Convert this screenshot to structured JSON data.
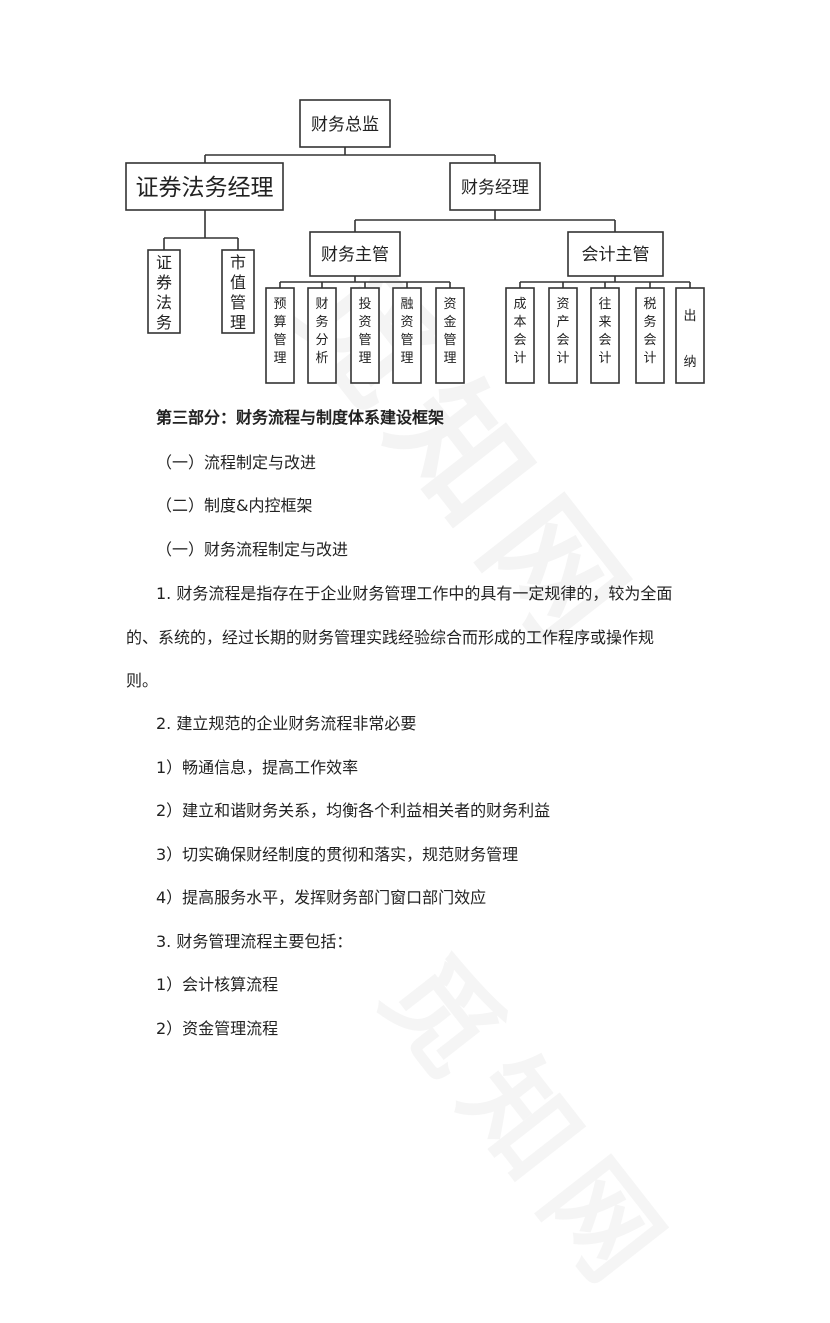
{
  "org_chart": {
    "cfo": "财务总监",
    "securities_manager": "证券法务经理",
    "finance_manager": "财务经理",
    "finance_supervisor": "财务主管",
    "accounting_supervisor": "会计主管",
    "securities_children": [
      "证券法务",
      "市值管理"
    ],
    "finance_children": [
      "预算管理",
      "财务分析",
      "投资管理",
      "融资管理",
      "资金管理"
    ],
    "accounting_children": [
      "成本会计",
      "资产会计",
      "往来会计",
      "税务会计",
      "出纳"
    ]
  },
  "document": {
    "section_title": "第三部分：财务流程与制度体系建设框架",
    "outline_1": "（一）流程制定与改进",
    "outline_2": "（二）制度&内控框架",
    "subsection_1": "（一）财务流程制定与改进",
    "p1_line1": "1. 财务流程是指存在于企业财务管理工作中的具有一定规律的，较为全面",
    "p1_line2": "的、系统的，经过长期的财务管理实践经验综合而形成的工作程序或操作规",
    "p1_line3": "则。",
    "p2": "2. 建立规范的企业财务流程非常必要",
    "p2_item1": "1）畅通信息，提高工作效率",
    "p2_item2": "2）建立和谐财务关系，均衡各个利益相关者的财务利益",
    "p2_item3": "3）切实确保财经制度的贯彻和落实，规范财务管理",
    "p2_item4": "4）提高服务水平，发挥财务部门窗口部门效应",
    "p3": "3. 财务管理流程主要包括：",
    "p3_item1": "1）会计核算流程",
    "p3_item2": "2）资金管理流程"
  },
  "watermark": "觅知网"
}
